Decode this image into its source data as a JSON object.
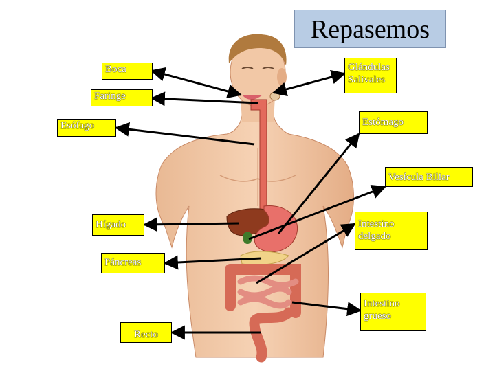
{
  "slide": {
    "title": "Repasemos",
    "colors": {
      "label_fill": "#ffff00",
      "title_fill": "#b8cce4",
      "arrow": "#000000"
    },
    "labels": {
      "boca": "Boca",
      "faringe": "Faringe",
      "esofago": "Esófago",
      "glandulas": "Glándulas Salivales",
      "estomago": "Estómago",
      "vesicula": "Vesícula Biliar",
      "higado": "Hígado",
      "intestino_delgado": "Intestino delgado",
      "pancreas": "Páncreas",
      "intestino_grueso": "Intestino grueso",
      "recto": "Recto"
    }
  }
}
